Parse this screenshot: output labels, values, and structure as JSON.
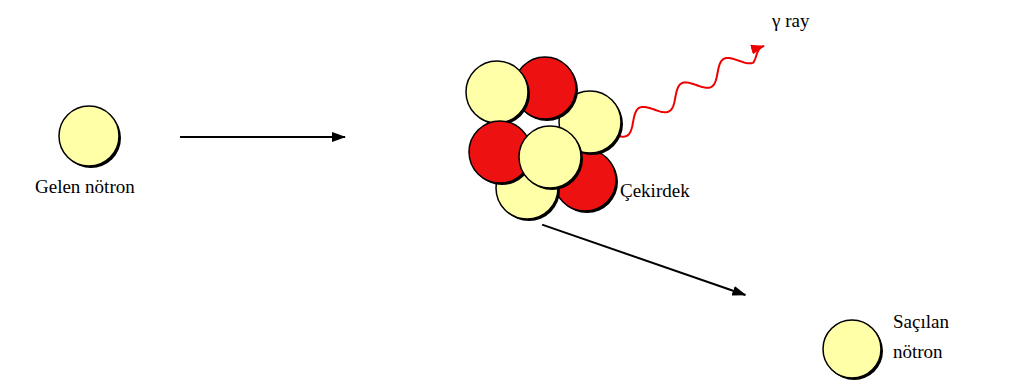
{
  "diagram": {
    "nodes": [
      {
        "text": [
          "Gelen nötron"
        ]
      },
      {
        "text": [
          "Çekirdek"
        ]
      },
      {
        "text": [
          "Saçılan nötron"
        ]
      }
    ],
    "edges": [
      {
        "from": 0,
        "to": 1,
        "arrow": "to"
      },
      {
        "from": 1,
        "to": 2,
        "arrow": "to"
      }
    ],
    "labels": [
      "γ ray"
    ]
  }
}
